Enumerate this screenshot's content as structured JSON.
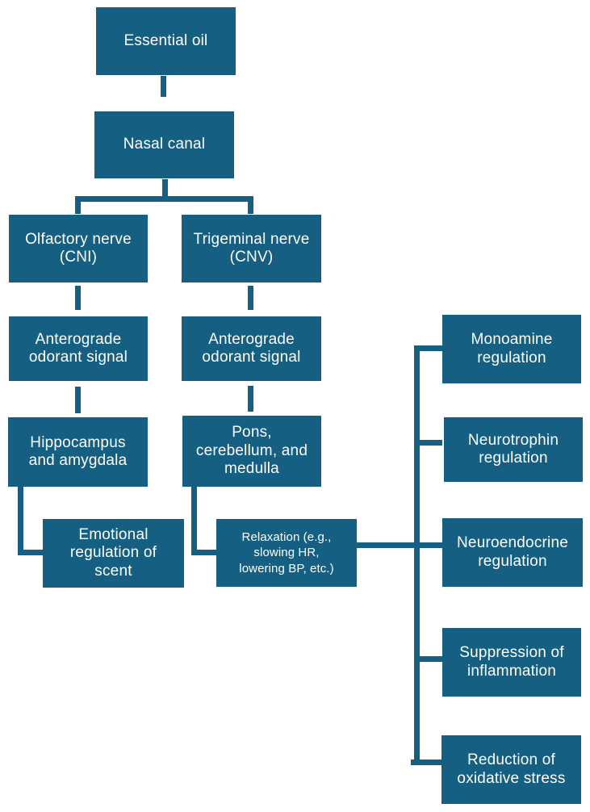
{
  "diagram": {
    "title": "Essential oil olfactory and trigeminal pathway flowchart",
    "type": "flowchart",
    "colors": {
      "node_fill": "#156082",
      "node_text": "#ffffff",
      "connector": "#156082",
      "background": "#ffffff"
    },
    "nodes": {
      "essential_oil": {
        "label": "Essential oil"
      },
      "nasal_canal": {
        "label": "Nasal canal"
      },
      "olfactory_nerve": {
        "label": "Olfactory nerve\n(CNI)"
      },
      "trigeminal_nerve": {
        "label": "Trigeminal nerve\n(CNV)"
      },
      "anterograde_left": {
        "label": "Anterograde\nodorant signal"
      },
      "anterograde_right": {
        "label": "Anterograde\nodorant signal"
      },
      "hippocampus": {
        "label": "Hippocampus\nand amygdala"
      },
      "pons": {
        "label": "Pons,\ncerebellum, and\nmedulla"
      },
      "emotional": {
        "label": "Emotional\nregulation of\nscent"
      },
      "relaxation": {
        "label": "Relaxation (e.g.,\nslowing HR,\nlowering BP, etc.)"
      },
      "monoamine": {
        "label": "Monoamine\nregulation"
      },
      "neurotrophin": {
        "label": "Neurotrophin\nregulation"
      },
      "neuroendocrine": {
        "label": "Neuroendocrine\nregulation"
      },
      "suppression": {
        "label": "Suppression of\ninflammation"
      },
      "reduction": {
        "label": "Reduction of\noxidative stress"
      }
    },
    "edges": [
      "essential_oil -> nasal_canal",
      "nasal_canal -> olfactory_nerve",
      "nasal_canal -> trigeminal_nerve",
      "olfactory_nerve -> anterograde_left",
      "trigeminal_nerve -> anterograde_right",
      "anterograde_left -> hippocampus",
      "anterograde_right -> pons",
      "hippocampus -> emotional",
      "pons -> relaxation",
      "relaxation -> monoamine",
      "relaxation -> neurotrophin",
      "relaxation -> neuroendocrine",
      "relaxation -> suppression",
      "relaxation -> reduction"
    ]
  }
}
